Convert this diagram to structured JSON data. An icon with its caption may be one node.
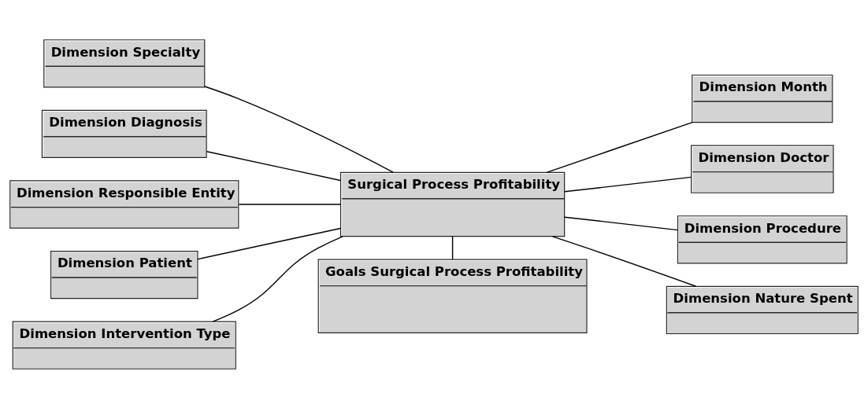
{
  "diagram": {
    "nodes": [
      {
        "text": [
          "Surgical Process Profitability"
        ]
      },
      {
        "text": [
          "Dimension Specialty"
        ]
      },
      {
        "text": [
          "Dimension Diagnosis"
        ]
      },
      {
        "text": [
          "Dimension Responsible Entity"
        ]
      },
      {
        "text": [
          "Dimension Patient"
        ]
      },
      {
        "text": [
          "Dimension Intervention Type"
        ]
      },
      {
        "text": [
          "Dimension Month"
        ]
      },
      {
        "text": [
          "Dimension Doctor"
        ]
      },
      {
        "text": [
          "Dimension Procedure"
        ]
      },
      {
        "text": [
          "Dimension Nature Spent"
        ]
      },
      {
        "text": [
          "Goals Surgical Process Profitability"
        ]
      }
    ],
    "edges": [
      {
        "from": 1,
        "to": 0,
        "arrow": "none"
      },
      {
        "from": 2,
        "to": 0,
        "arrow": "none"
      },
      {
        "from": 3,
        "to": 0,
        "arrow": "none"
      },
      {
        "from": 4,
        "to": 0,
        "arrow": "none"
      },
      {
        "from": 5,
        "to": 0,
        "arrow": "none"
      },
      {
        "from": 0,
        "to": 6,
        "arrow": "none"
      },
      {
        "from": 0,
        "to": 7,
        "arrow": "none"
      },
      {
        "from": 0,
        "to": 8,
        "arrow": "none"
      },
      {
        "from": 0,
        "to": 9,
        "arrow": "none"
      },
      {
        "from": 0,
        "to": 10,
        "arrow": "none"
      }
    ]
  }
}
